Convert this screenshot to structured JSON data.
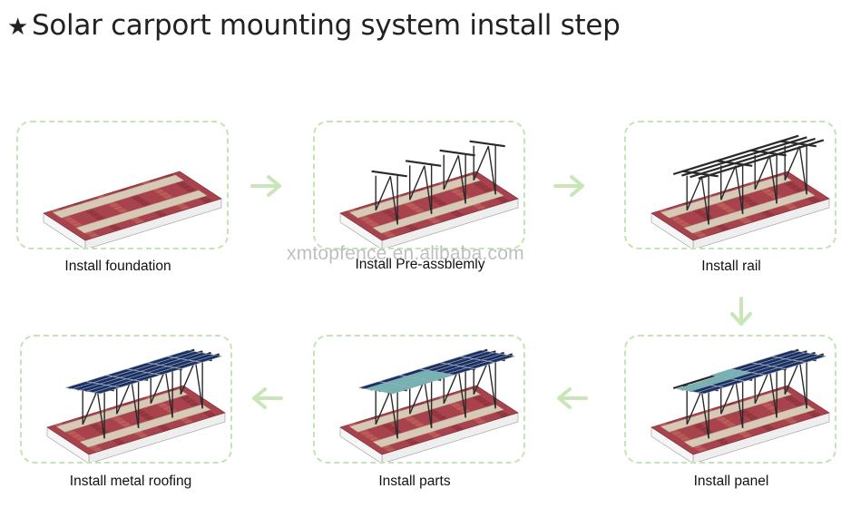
{
  "title": "Solar carport mounting system install step",
  "title_icon": "star-icon",
  "watermark": "xmtopfence.en.alibaba.com",
  "steps": [
    {
      "label": "Install foundation",
      "stage": "foundation"
    },
    {
      "label": "Install Pre-assblemly",
      "stage": "pre-assembly"
    },
    {
      "label": "Install rail",
      "stage": "rail"
    },
    {
      "label": "Install panel",
      "stage": "panel"
    },
    {
      "label": "Install parts",
      "stage": "parts"
    },
    {
      "label": "Install metal roofing",
      "stage": "roofing"
    }
  ],
  "arrow_icons": [
    "arrow-right-icon",
    "arrow-right-icon",
    "arrow-down-icon",
    "arrow-left-icon",
    "arrow-left-icon"
  ],
  "colors": {
    "panel_border": "#c5e3b5",
    "arrow": "#c8e6b8",
    "brick": "#a8424c",
    "concrete": "#d8c8b6",
    "steel": "#2a2a2a",
    "solar_panel": "#1c2f63",
    "mesh": "#6fb4b0"
  }
}
